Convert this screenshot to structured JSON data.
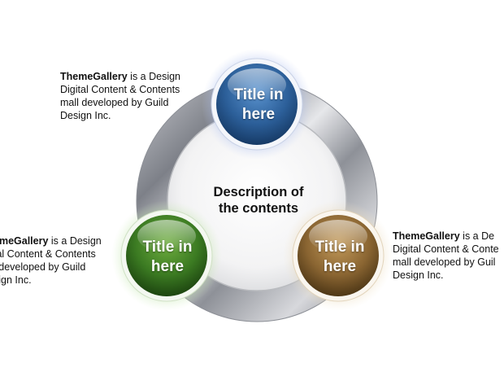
{
  "center": {
    "line1": "Description of",
    "line2": "the contents"
  },
  "nodes": [
    {
      "id": "top",
      "color": "blue",
      "line1": "Title in",
      "line2": "here"
    },
    {
      "id": "left",
      "color": "green",
      "line1": "Title in",
      "line2": "here"
    },
    {
      "id": "right",
      "color": "brown",
      "line1": "Title in",
      "line2": "here"
    }
  ],
  "captions": {
    "top": {
      "brand": "ThemeGallery",
      "line1_rest": " is a Design",
      "line2": "Digital Content & Contents",
      "line3": "mall developed by Guild",
      "line4": "Design Inc."
    },
    "left": {
      "brand": "emeGallery",
      "line1_rest": " is a Design",
      "line2": "tal Content & Contents",
      "line3": "l developed by Guild",
      "line4": "sign Inc."
    },
    "right": {
      "brand": "ThemeGallery",
      "line1_rest": " is a De",
      "line2": "Digital Content & Conte",
      "line3": "mall developed by Guil",
      "line4": "Design Inc."
    }
  },
  "colors": {
    "blue": "#2f6aa8",
    "green": "#3f7f2a",
    "brown": "#8a6a35",
    "ring": "#9a9ca3"
  }
}
